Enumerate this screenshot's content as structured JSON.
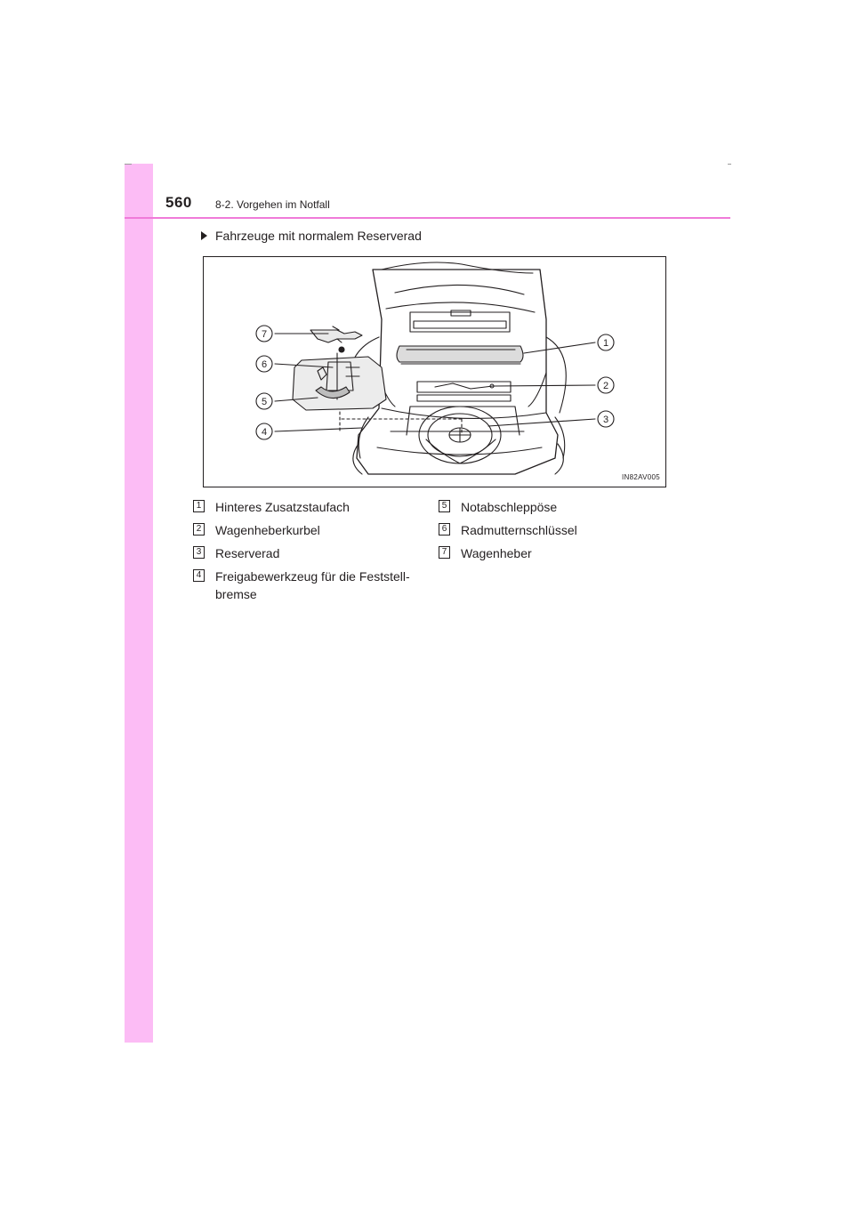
{
  "header": {
    "page_number": "560",
    "section": "8-2. Vorgehen im Notfall"
  },
  "subheading": "Fahrzeuge mit normalem Reserverad",
  "figure": {
    "code": "IN82AV005",
    "callouts": [
      "1",
      "2",
      "3",
      "4",
      "5",
      "6",
      "7"
    ]
  },
  "legend": {
    "items": [
      {
        "num": "1",
        "label": "Hinteres Zusatzstaufach"
      },
      {
        "num": "2",
        "label": "Wagenheberkurbel"
      },
      {
        "num": "3",
        "label": "Reserverad"
      },
      {
        "num": "4",
        "label": "Freigabewerkzeug für die Feststell-",
        "label2": "bremse"
      },
      {
        "num": "5",
        "label": "Notabschleppöse"
      },
      {
        "num": "6",
        "label": "Radmutternschlüssel"
      },
      {
        "num": "7",
        "label": "Wagenheber"
      }
    ]
  },
  "colors": {
    "accent_band": "#fcbcf5",
    "header_rule": "#f07bd9"
  }
}
